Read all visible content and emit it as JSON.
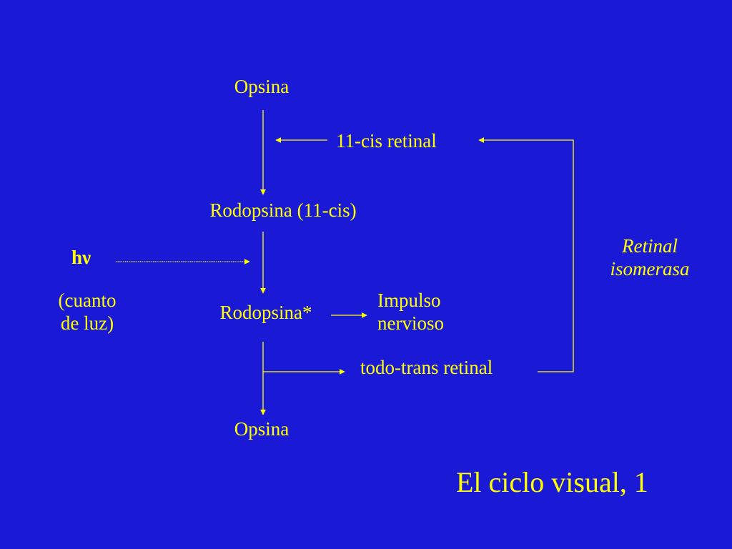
{
  "diagram": {
    "nodes": {
      "opsina_top": "Opsina",
      "cis_retinal": "11-cis retinal",
      "rodopsina": "Rodopsina (11-cis)",
      "hv": "hν",
      "cuanto_line1": "(cuanto",
      "cuanto_line2": "de luz)",
      "rodopsina_star": "Rodopsina*",
      "impulso_line1": "Impulso",
      "impulso_line2": "nervioso",
      "todo_trans": "todo-trans retinal",
      "opsina_bottom": "Opsina",
      "isomerasa_line1": "Retinal",
      "isomerasa_line2": "isomerasa"
    },
    "title": "El ciclo visual, 1"
  },
  "colors": {
    "background": "#1a1ad6",
    "foreground": "#ffff00"
  }
}
